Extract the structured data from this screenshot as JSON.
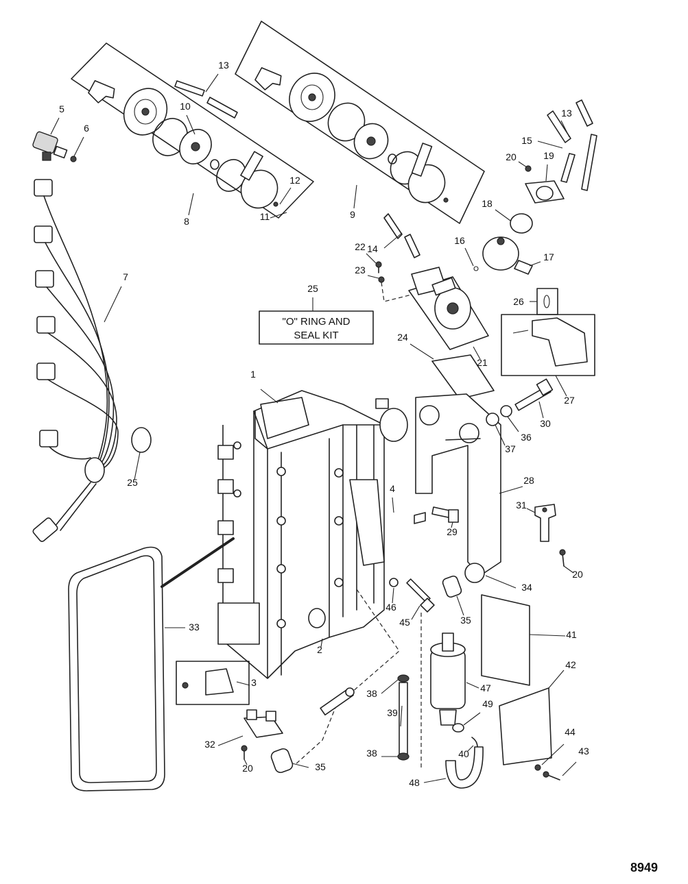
{
  "figure_id": "8949",
  "kit_box": {
    "line1": "\"O\" RING AND",
    "line2": "SEAL KIT"
  },
  "callouts": [
    {
      "n": "1"
    },
    {
      "n": "2"
    },
    {
      "n": "3"
    },
    {
      "n": "4"
    },
    {
      "n": "5"
    },
    {
      "n": "6"
    },
    {
      "n": "7"
    },
    {
      "n": "8"
    },
    {
      "n": "9"
    },
    {
      "n": "10"
    },
    {
      "n": "11"
    },
    {
      "n": "12"
    },
    {
      "n": "13"
    },
    {
      "n": "13"
    },
    {
      "n": "14"
    },
    {
      "n": "15"
    },
    {
      "n": "16"
    },
    {
      "n": "17"
    },
    {
      "n": "18"
    },
    {
      "n": "19"
    },
    {
      "n": "20"
    },
    {
      "n": "20"
    },
    {
      "n": "20"
    },
    {
      "n": "21"
    },
    {
      "n": "22"
    },
    {
      "n": "23"
    },
    {
      "n": "24"
    },
    {
      "n": "25"
    },
    {
      "n": "25"
    },
    {
      "n": "26"
    },
    {
      "n": "27"
    },
    {
      "n": "28"
    },
    {
      "n": "29"
    },
    {
      "n": "30"
    },
    {
      "n": "31"
    },
    {
      "n": "32"
    },
    {
      "n": "33"
    },
    {
      "n": "34"
    },
    {
      "n": "35"
    },
    {
      "n": "35"
    },
    {
      "n": "36"
    },
    {
      "n": "37"
    },
    {
      "n": "38"
    },
    {
      "n": "38"
    },
    {
      "n": "39"
    },
    {
      "n": "40"
    },
    {
      "n": "41"
    },
    {
      "n": "42"
    },
    {
      "n": "43"
    },
    {
      "n": "44"
    },
    {
      "n": "45"
    },
    {
      "n": "46"
    },
    {
      "n": "47"
    },
    {
      "n": "48"
    },
    {
      "n": "49"
    }
  ]
}
